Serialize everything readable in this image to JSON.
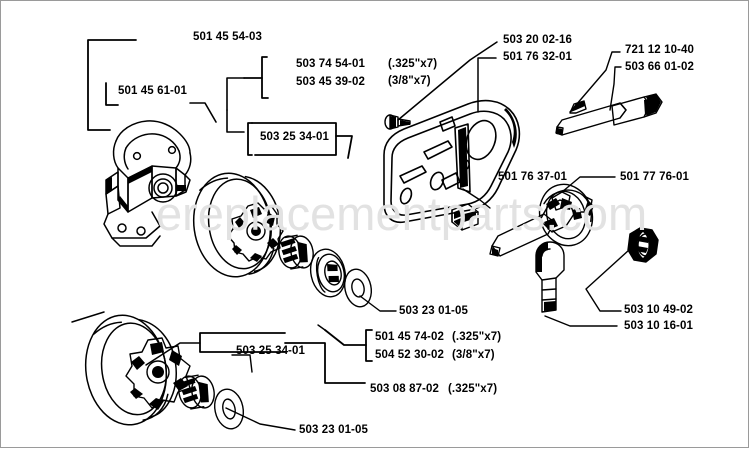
{
  "diagram": {
    "title": "Chainsaw clutch and chain tensioner exploded parts diagram",
    "watermark": "ereplacementparts.com",
    "watermark_color": "#e2e2e2",
    "line_color": "#000000",
    "background_color": "#ffffff"
  },
  "labels": {
    "clutch_assembly": "501 45 54-03",
    "clutch_spring": "501 45 61-01",
    "drum_325": "503 74 54-01",
    "drum_38": "503 45 39-02",
    "needle_bearing_upper": "503 25 34-01",
    "chain_catcher_screw": "503 20 02-16",
    "guide_plate": "501 76 32-01",
    "spec_325": "(.325\"x7)",
    "spec_38": "(3/8\"x7)",
    "tensioner_screw": "721 12 10-40",
    "tensioner_pin": "503 66 01-02",
    "clip": "501 76 37-01",
    "tensioner_body": "501 77 76-01",
    "washer_upper": "503 23 01-05",
    "rim_sprocket_325": "501 45 74-02",
    "rim_sprocket_325_spec": "(.325\"x7)",
    "rim_sprocket_38": "504 52 30-02",
    "rim_sprocket_38_spec": "(3/8\"x7)",
    "nut": "503 10 49-02",
    "lever": "503 10 16-01",
    "drum_lower": "503 08 87-02",
    "drum_lower_spec": "(.325\"x7)",
    "needle_bearing_lower": "503 25 34-01",
    "washer_lower": "503 23 01-05"
  }
}
